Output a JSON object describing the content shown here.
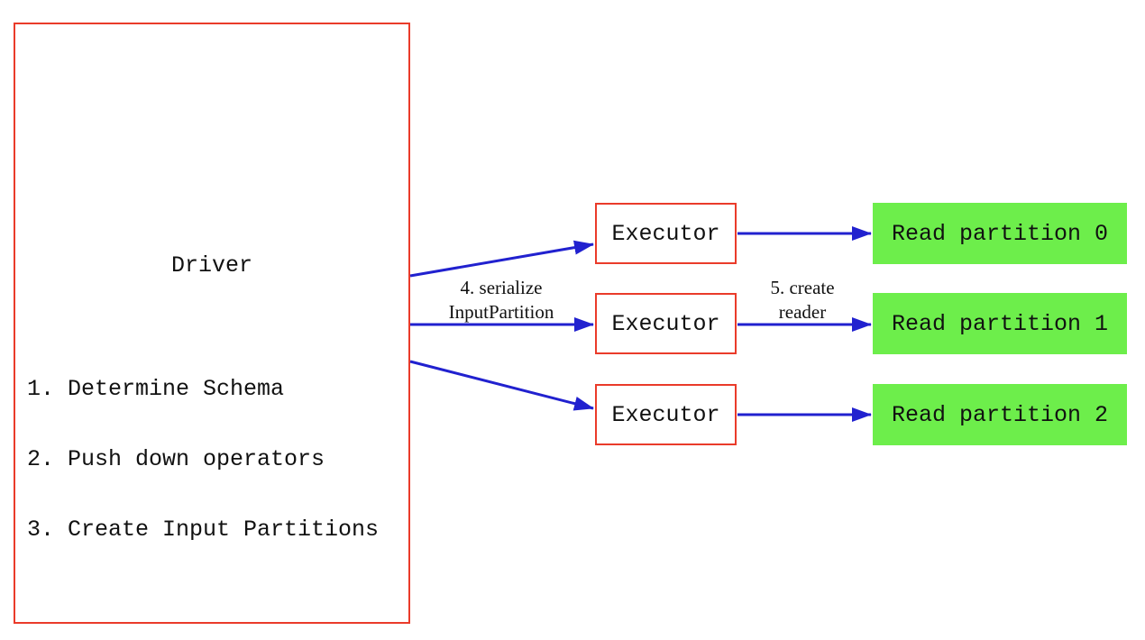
{
  "diagram": {
    "driver": {
      "title": "Driver",
      "steps": [
        "1. Determine Schema",
        "2. Push down operators",
        "3. Create Input Partitions"
      ]
    },
    "executors": [
      {
        "label": "Executor"
      },
      {
        "label": "Executor"
      },
      {
        "label": "Executor"
      }
    ],
    "partitions": [
      {
        "label": "Read partition 0"
      },
      {
        "label": "Read partition 1"
      },
      {
        "label": "Read partition 2"
      }
    ],
    "edge_labels": {
      "serialize": {
        "line1": "4. serialize",
        "line2": "InputPartition"
      },
      "create_reader": {
        "line1": "5. create",
        "line2": "reader"
      }
    },
    "colors": {
      "box_border_red": "#ea3b2a",
      "arrow_blue": "#2121cf",
      "partition_green": "#6dee4b",
      "text_black": "#111111",
      "background": "#ffffff"
    }
  }
}
